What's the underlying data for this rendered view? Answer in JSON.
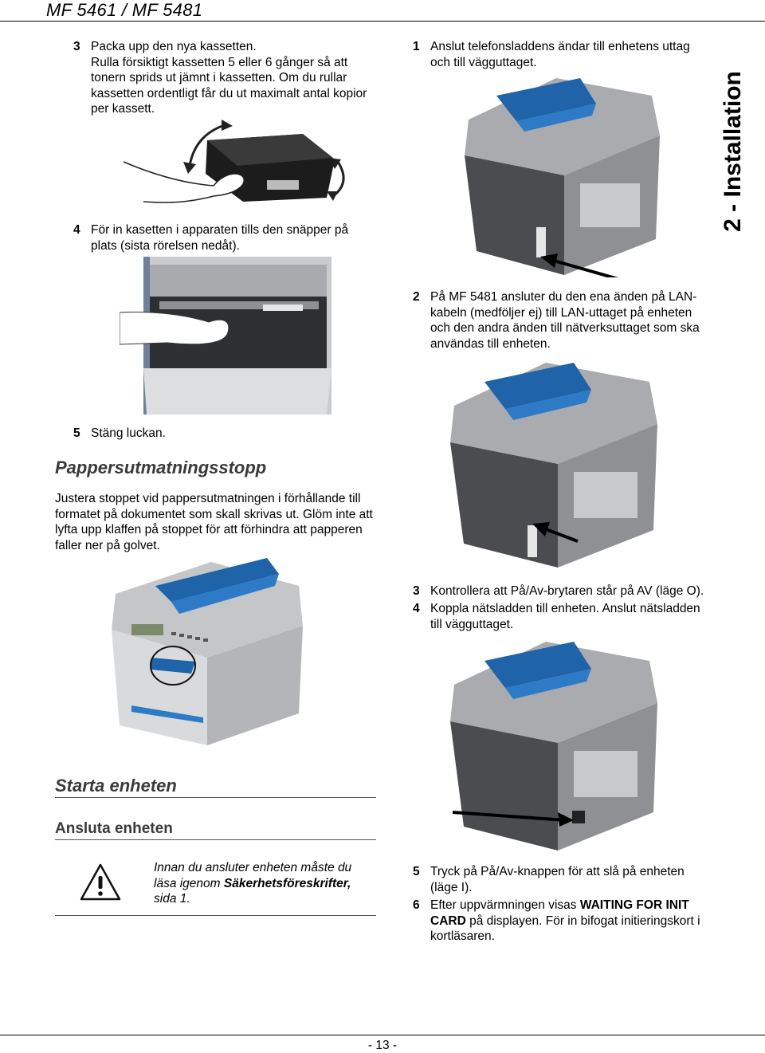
{
  "header": {
    "title": "MF 5461 / MF 5481"
  },
  "side_tab": {
    "label": "2 - Installation"
  },
  "left": {
    "step3": {
      "num": "3",
      "lines": [
        "Packa upp den nya kassetten.",
        "Rulla försiktigt kassetten 5 eller 6 gånger så att",
        "tonern sprids ut jämnt i kassetten. Om du rullar",
        "kassetten ordentligt får du ut maximalt antal kopior",
        "per kassett."
      ]
    },
    "step4": {
      "num": "4",
      "lines": [
        "För in kasetten i apparaten tills den snäpper på",
        "plats (sista rörelsen nedåt)."
      ]
    },
    "step5": {
      "num": "5",
      "lines": [
        "Stäng luckan."
      ]
    },
    "paper_jam": {
      "heading": "Pappersutmatningsstopp",
      "lines": [
        "Justera stoppet vid pappersutmatningen i förhållande till",
        "formatet på dokumentet som skall skrivas ut. Glöm inte att",
        "lyfta upp klaffen på stoppet för att förhindra att papperen",
        "faller ner på golvet."
      ]
    },
    "start": {
      "heading": "Starta enheten",
      "subheading": "Ansluta enheten"
    },
    "warning": {
      "line1": "Innan du ansluter enheten måste du",
      "line2_pre": "läsa igenom ",
      "line2_bold": "Säkerhetsföreskrifter,",
      "line3": "sida 1.",
      "icon": "warning-triangle-icon"
    }
  },
  "right": {
    "step1": {
      "num": "1",
      "lines": [
        "Anslut telefonsladdens ändar till enhetens uttag",
        "och till vägguttaget."
      ]
    },
    "step2": {
      "num": "2",
      "lines": [
        "På MF 5481 ansluter du den ena änden på LAN-",
        "kabeln (medföljer ej) till LAN-uttaget på enheten",
        "och den andra änden till nätverksuttaget som ska",
        "användas till enheten."
      ]
    },
    "step3": {
      "num": "3",
      "lines": [
        "Kontrollera att På/Av-brytaren står på AV (läge O)."
      ]
    },
    "step4": {
      "num": "4",
      "lines": [
        "Koppla nätsladden till enheten. Anslut nätsladden",
        "till vägguttaget."
      ]
    },
    "step5": {
      "num": "5",
      "lines": [
        "Tryck på På/Av-knappen för att slå på enheten",
        "(läge I)."
      ]
    },
    "step6": {
      "num": "6",
      "line1_pre": "Efter uppvärmningen visas ",
      "line1_bold": "WAITING FOR INIT",
      "line2_bold": "CARD",
      "line2_post": " på displayen. För in bifogat initieringskort i",
      "line3": "kortläsaren."
    }
  },
  "footer": {
    "page": "- 13 -"
  },
  "colors": {
    "accent_blue": "#1f63a8",
    "machine_grey": "#8d8f92",
    "dark_grey": "#3d3f42"
  }
}
